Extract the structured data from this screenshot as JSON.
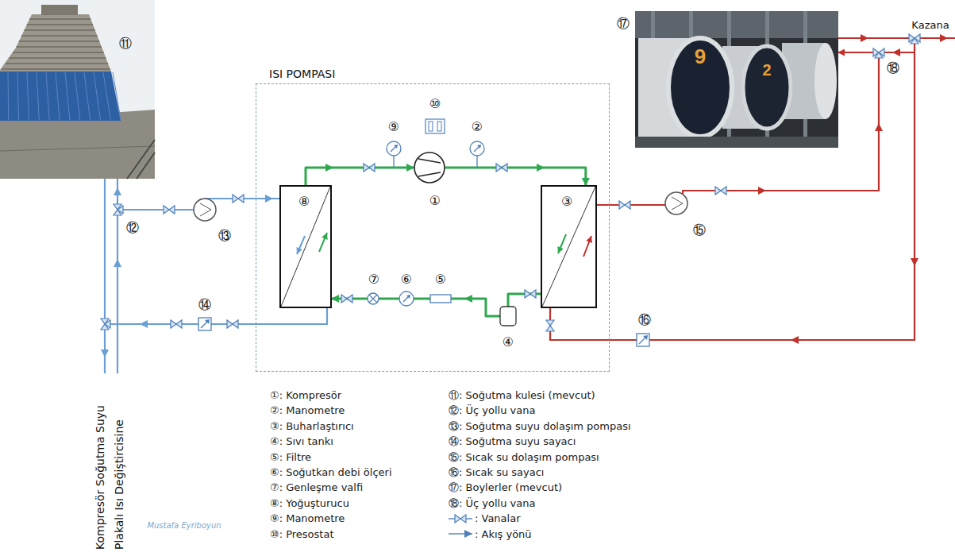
{
  "diagram": {
    "nodes": [
      {
        "text": [
          "⑪"
        ]
      },
      {
        "text": [
          "⑰"
        ]
      },
      {
        "text": [
          "ISI POMPASI"
        ]
      },
      {
        "text": [
          "⑧"
        ],
        "in": 2
      },
      {
        "text": [
          "①"
        ],
        "in": 2
      },
      {
        "text": [
          "③"
        ],
        "in": 2
      }
    ],
    "edges": [
      {
        "from": 3,
        "to": 4,
        "arrow": "to"
      },
      {
        "from": 4,
        "to": 5,
        "arrow": "to"
      },
      {
        "from": 5,
        "to": 3,
        "arrow": "to"
      },
      {
        "from": 5,
        "to": 1,
        "arrow": "to"
      }
    ],
    "labels": [
      "⑨",
      "②",
      "⑩",
      "⑦",
      "⑥",
      "⑤",
      "④",
      "⑫",
      "⑬",
      "⑭",
      "⑮",
      "⑯",
      "⑱",
      "Kazana",
      "9",
      "2",
      "Kompresör Soğutma Suyu",
      "Plakalı Isı Değiştircisine",
      "Mustafa Eyriboyun"
    ],
    "legend": [
      {
        "text": "①: Kompresör"
      },
      {
        "text": "②: Manometre"
      },
      {
        "text": "③: Buharlaştırıcı"
      },
      {
        "text": "④: Sıvı tankı"
      },
      {
        "text": "⑤: Filtre"
      },
      {
        "text": "⑥: Soğutkan debi ölçeri"
      },
      {
        "text": "⑦: Genleşme valfi"
      },
      {
        "text": "⑧: Yoğuşturucu"
      },
      {
        "text": "⑨: Manometre"
      },
      {
        "text": "⑩: Presostat"
      },
      {
        "text": "⑪: Soğutma kulesi (mevcut)"
      },
      {
        "text": "⑫: Üç yollu vana"
      },
      {
        "text": "⑬: Soğutma suyu dolaşım pompası"
      },
      {
        "text": "⑭: Soğutma suyu sayacı"
      },
      {
        "text": "⑮: Sıcak su dolaşım pompası"
      },
      {
        "text": "⑯: Sıcak su sayacı"
      },
      {
        "text": "⑰: Boylerler (mevcut)"
      },
      {
        "text": "⑱: Üç yollu vana"
      },
      {
        "text": ": Vanalar"
      },
      {
        "text": ": Akış yönü"
      }
    ]
  }
}
